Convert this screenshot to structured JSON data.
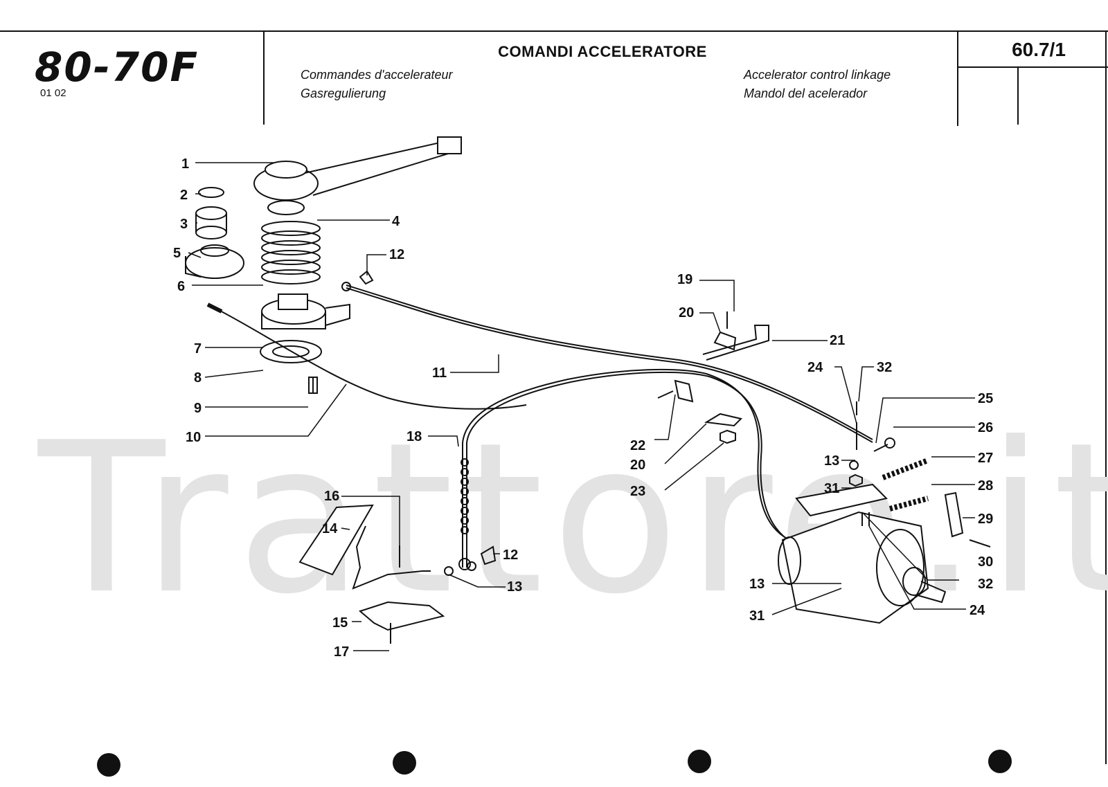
{
  "header": {
    "logo": "80-70F",
    "code": "01 02",
    "title": "COMANDI ACCELERATORE",
    "subtitles": {
      "fr": "Commandes d'accelerateur",
      "de": "Gasregulierung",
      "en": "Accelerator control linkage",
      "es": "Mandol del acelerador"
    },
    "page_number": "60.7/1"
  },
  "watermark": "Trattore.it",
  "callouts": [
    "1",
    "2",
    "3",
    "4",
    "5",
    "6",
    "7",
    "8",
    "9",
    "10",
    "11",
    "12",
    "13",
    "14",
    "15",
    "16",
    "17",
    "18",
    "19",
    "20",
    "21",
    "22",
    "23",
    "24",
    "25",
    "26",
    "27",
    "28",
    "29",
    "30",
    "31",
    "32"
  ],
  "labels": {
    "l1": "1",
    "l2": "2",
    "l3": "3",
    "l4": "4",
    "l5": "5",
    "l6": "6",
    "l7": "7",
    "l8": "8",
    "l9": "9",
    "l10": "10",
    "l11": "11",
    "l12a": "12",
    "l12b": "12",
    "l13a": "13",
    "l13b": "13",
    "l13c": "13",
    "l14": "14",
    "l15": "15",
    "l16": "16",
    "l17": "17",
    "l18": "18",
    "l19": "19",
    "l20a": "20",
    "l20b": "20",
    "l21": "21",
    "l22": "22",
    "l23": "23",
    "l24a": "24",
    "l24b": "24",
    "l25": "25",
    "l26": "26",
    "l27": "27",
    "l28": "28",
    "l29": "29",
    "l30": "30",
    "l31a": "31",
    "l31b": "31",
    "l32a": "32",
    "l32b": "32"
  }
}
